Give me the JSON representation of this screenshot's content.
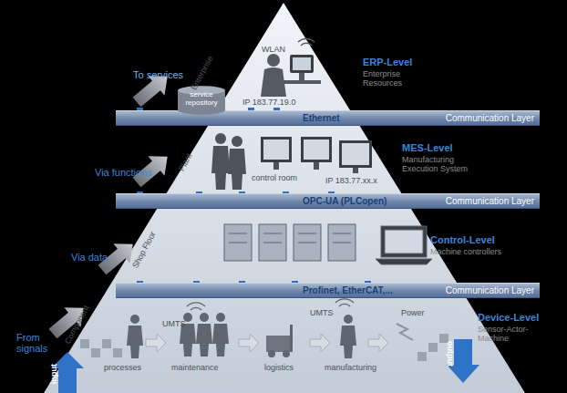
{
  "diagram": {
    "nodes": [
      {
        "text": [
          "Ethernet",
          "Communication Layer"
        ]
      },
      {
        "text": [
          "OPC-UA (PLCopen)",
          "Communication Layer"
        ]
      },
      {
        "text": [
          "Profinet, EtherCAT,...",
          "Communication Layer"
        ]
      },
      {
        "text": [
          "service repository"
        ]
      }
    ],
    "edges": [],
    "labels": [
      "To services",
      "Via functions",
      "Via data",
      "From signals",
      "Enterprise",
      "Plant",
      "Shop Floor",
      "Component",
      "WLAN",
      "IP 183.77.19.0",
      "control room",
      "IP 183.77.xx.x",
      "ERP-Level",
      "Enterprise Resources",
      "MES-Level",
      "Manufacturing Execution System",
      "Control-Level",
      "Machine controllers",
      "Device-Level",
      "Sensor-Actor-Machine",
      "UMTS",
      "UMTS",
      "Power",
      "processes",
      "maintenance",
      "logistics",
      "manufacturing",
      "input",
      "output"
    ]
  }
}
